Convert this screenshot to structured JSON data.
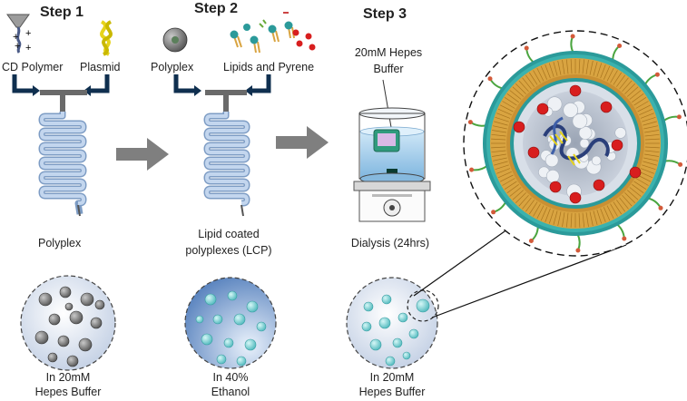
{
  "steps": {
    "step1": "Step 1",
    "step2": "Step 2",
    "step3": "Step 3"
  },
  "step1": {
    "input_a": "CD Polymer",
    "input_b": "Plasmid",
    "product": "Polyplex",
    "condition_line1": "In 20mM",
    "condition_line2": "Hepes Buffer"
  },
  "step2": {
    "input_a": "Polyplex",
    "input_b": "Lipids and Pyrene",
    "product_line1": "Lipid coated",
    "product_line2": "polyplexes (LCP)",
    "condition_line1": "In 40%",
    "condition_line2": "Ethanol"
  },
  "step3": {
    "buffer_line1": "20mM Hepes",
    "buffer_line2": "Buffer",
    "process": "Dialysis (24hrs)",
    "condition_line1": "In 20mM",
    "condition_line2": "Hepes Buffer"
  },
  "colors": {
    "tube": "#a9c3e3",
    "tube_edge": "#7d9cc4",
    "arrow": "#7f7f7f",
    "connector": "#0f2f4f",
    "nanoparticle": "#7ed3d6",
    "lipid_bilayer": "#d9a441",
    "outer_shell": "#2b9a9a",
    "pyrene": "#d81e1e",
    "polyplex_grey": "#8a8a8a"
  }
}
